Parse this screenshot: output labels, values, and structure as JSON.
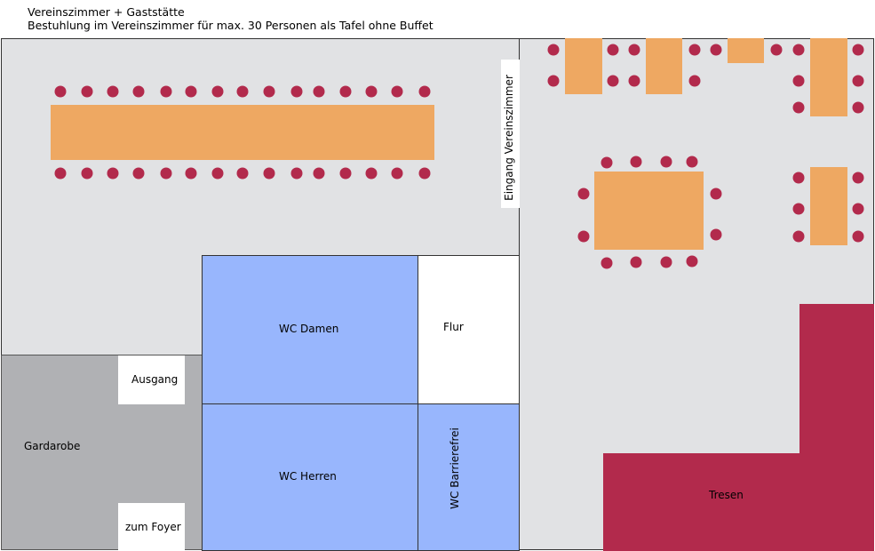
{
  "header": {
    "title": "Vereinszimmer + Gaststätte",
    "subtitle": "Bestuhlung im Vereinszimmer für max. 30 Personen als Tafel ohne Buffet"
  },
  "labels": {
    "entrance": "Eingang Vereinszimmer",
    "wc_women": "WC Damen",
    "hallway": "Flur",
    "exit": "Ausgang",
    "cloakroom": "Gardarobe",
    "wc_men": "WC Herren",
    "wc_accessible": "WC Barrierefrei",
    "to_foyer": "zum Foyer",
    "bar_counter": "Tresen"
  },
  "colors": {
    "room_floor": "#e1e2e4",
    "cloakroom_floor": "#b0b1b4",
    "wc": "#98b6fd",
    "table": "#eea862",
    "chair": "#b22a4c",
    "counter": "#b22a4c"
  }
}
